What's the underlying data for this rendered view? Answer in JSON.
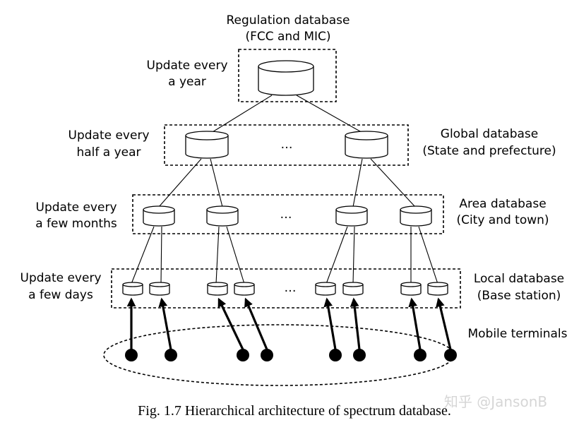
{
  "levels": {
    "regulation": {
      "title_line1": "Regulation database",
      "title_line2": "(FCC and MIC)",
      "update_line1": "Update every",
      "update_line2": "a year"
    },
    "global": {
      "label_line1": "Global database",
      "label_line2": "(State and prefecture)",
      "update_line1": "Update every",
      "update_line2": "half a year",
      "ellipsis": "…"
    },
    "area": {
      "label_line1": "Area database",
      "label_line2": "(City and town)",
      "update_line1": "Update every",
      "update_line2": "a few months",
      "ellipsis": "…"
    },
    "local": {
      "label_line1": "Local database",
      "label_line2": "(Base station)",
      "update_line1": "Update every",
      "update_line2": "a few days",
      "ellipsis": "…"
    }
  },
  "mobile": {
    "label": "Mobile terminals"
  },
  "caption": "Fig. 1.7 Hierarchical architecture of spectrum database.",
  "watermark": "知乎 @JansonB"
}
